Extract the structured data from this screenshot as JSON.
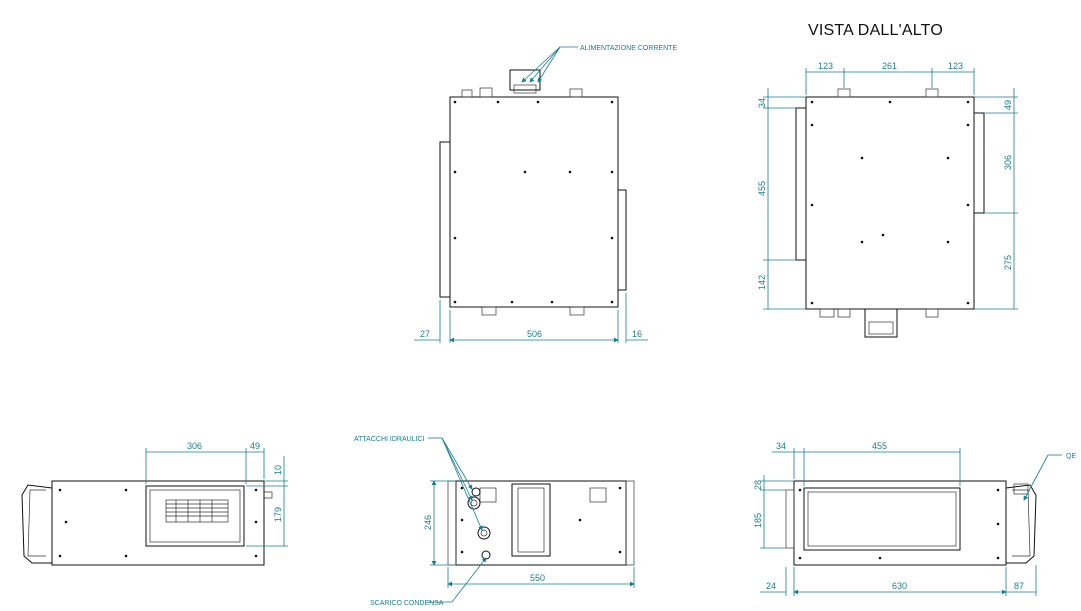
{
  "title": "VISTA DALL'ALTO",
  "annotations": {
    "power": "ALIMENTAZIONE CORRENTE",
    "hydraulic": "ATTACCHI IDRAULICI",
    "condensate": "SCARICO CONDENSA",
    "qe": "QE"
  },
  "dimensions": {
    "view1": {
      "left": "27",
      "width": "506",
      "right": "16"
    },
    "view2": {
      "top_a": "123",
      "top_b": "261",
      "top_c": "123",
      "left_a": "34",
      "left_b": "455",
      "left_c": "142",
      "right_a": "49",
      "right_b": "306",
      "right_c": "275"
    },
    "view3": {
      "width": "306",
      "offset": "49",
      "top": "10",
      "height": "179"
    },
    "view4": {
      "height": "246",
      "width": "550"
    },
    "view5": {
      "top_a": "34",
      "top_b": "455",
      "left_a": "28",
      "left_b": "185",
      "bottom_a": "24",
      "bottom_b": "630",
      "bottom_c": "87"
    }
  },
  "colors": {
    "dimension": "#1c7d8e",
    "line": "#111111"
  }
}
